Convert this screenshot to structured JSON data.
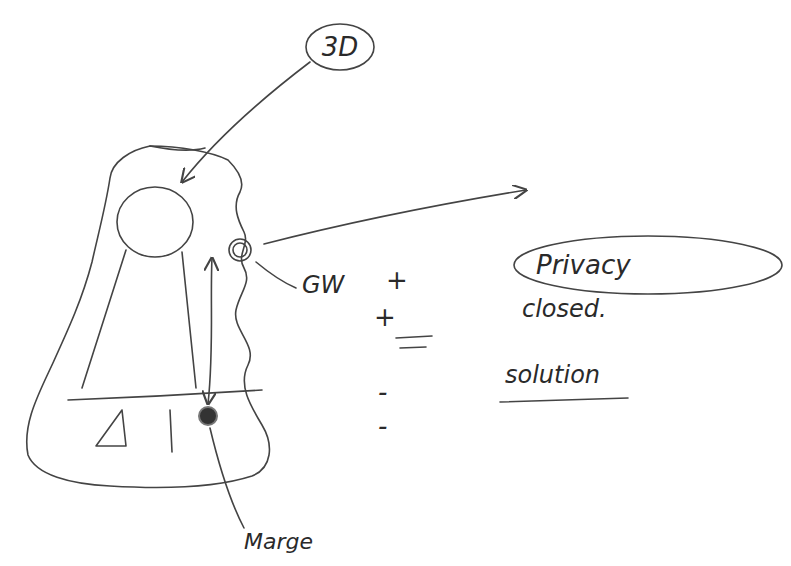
{
  "diagram": {
    "nodes": [
      {
        "text": [
          "3D"
        ]
      },
      {
        "text": [
          "Privacy"
        ]
      }
    ],
    "labels": [
      "GW",
      "+",
      "+",
      "closed.",
      "-",
      "solution",
      "-",
      "Marge"
    ]
  }
}
